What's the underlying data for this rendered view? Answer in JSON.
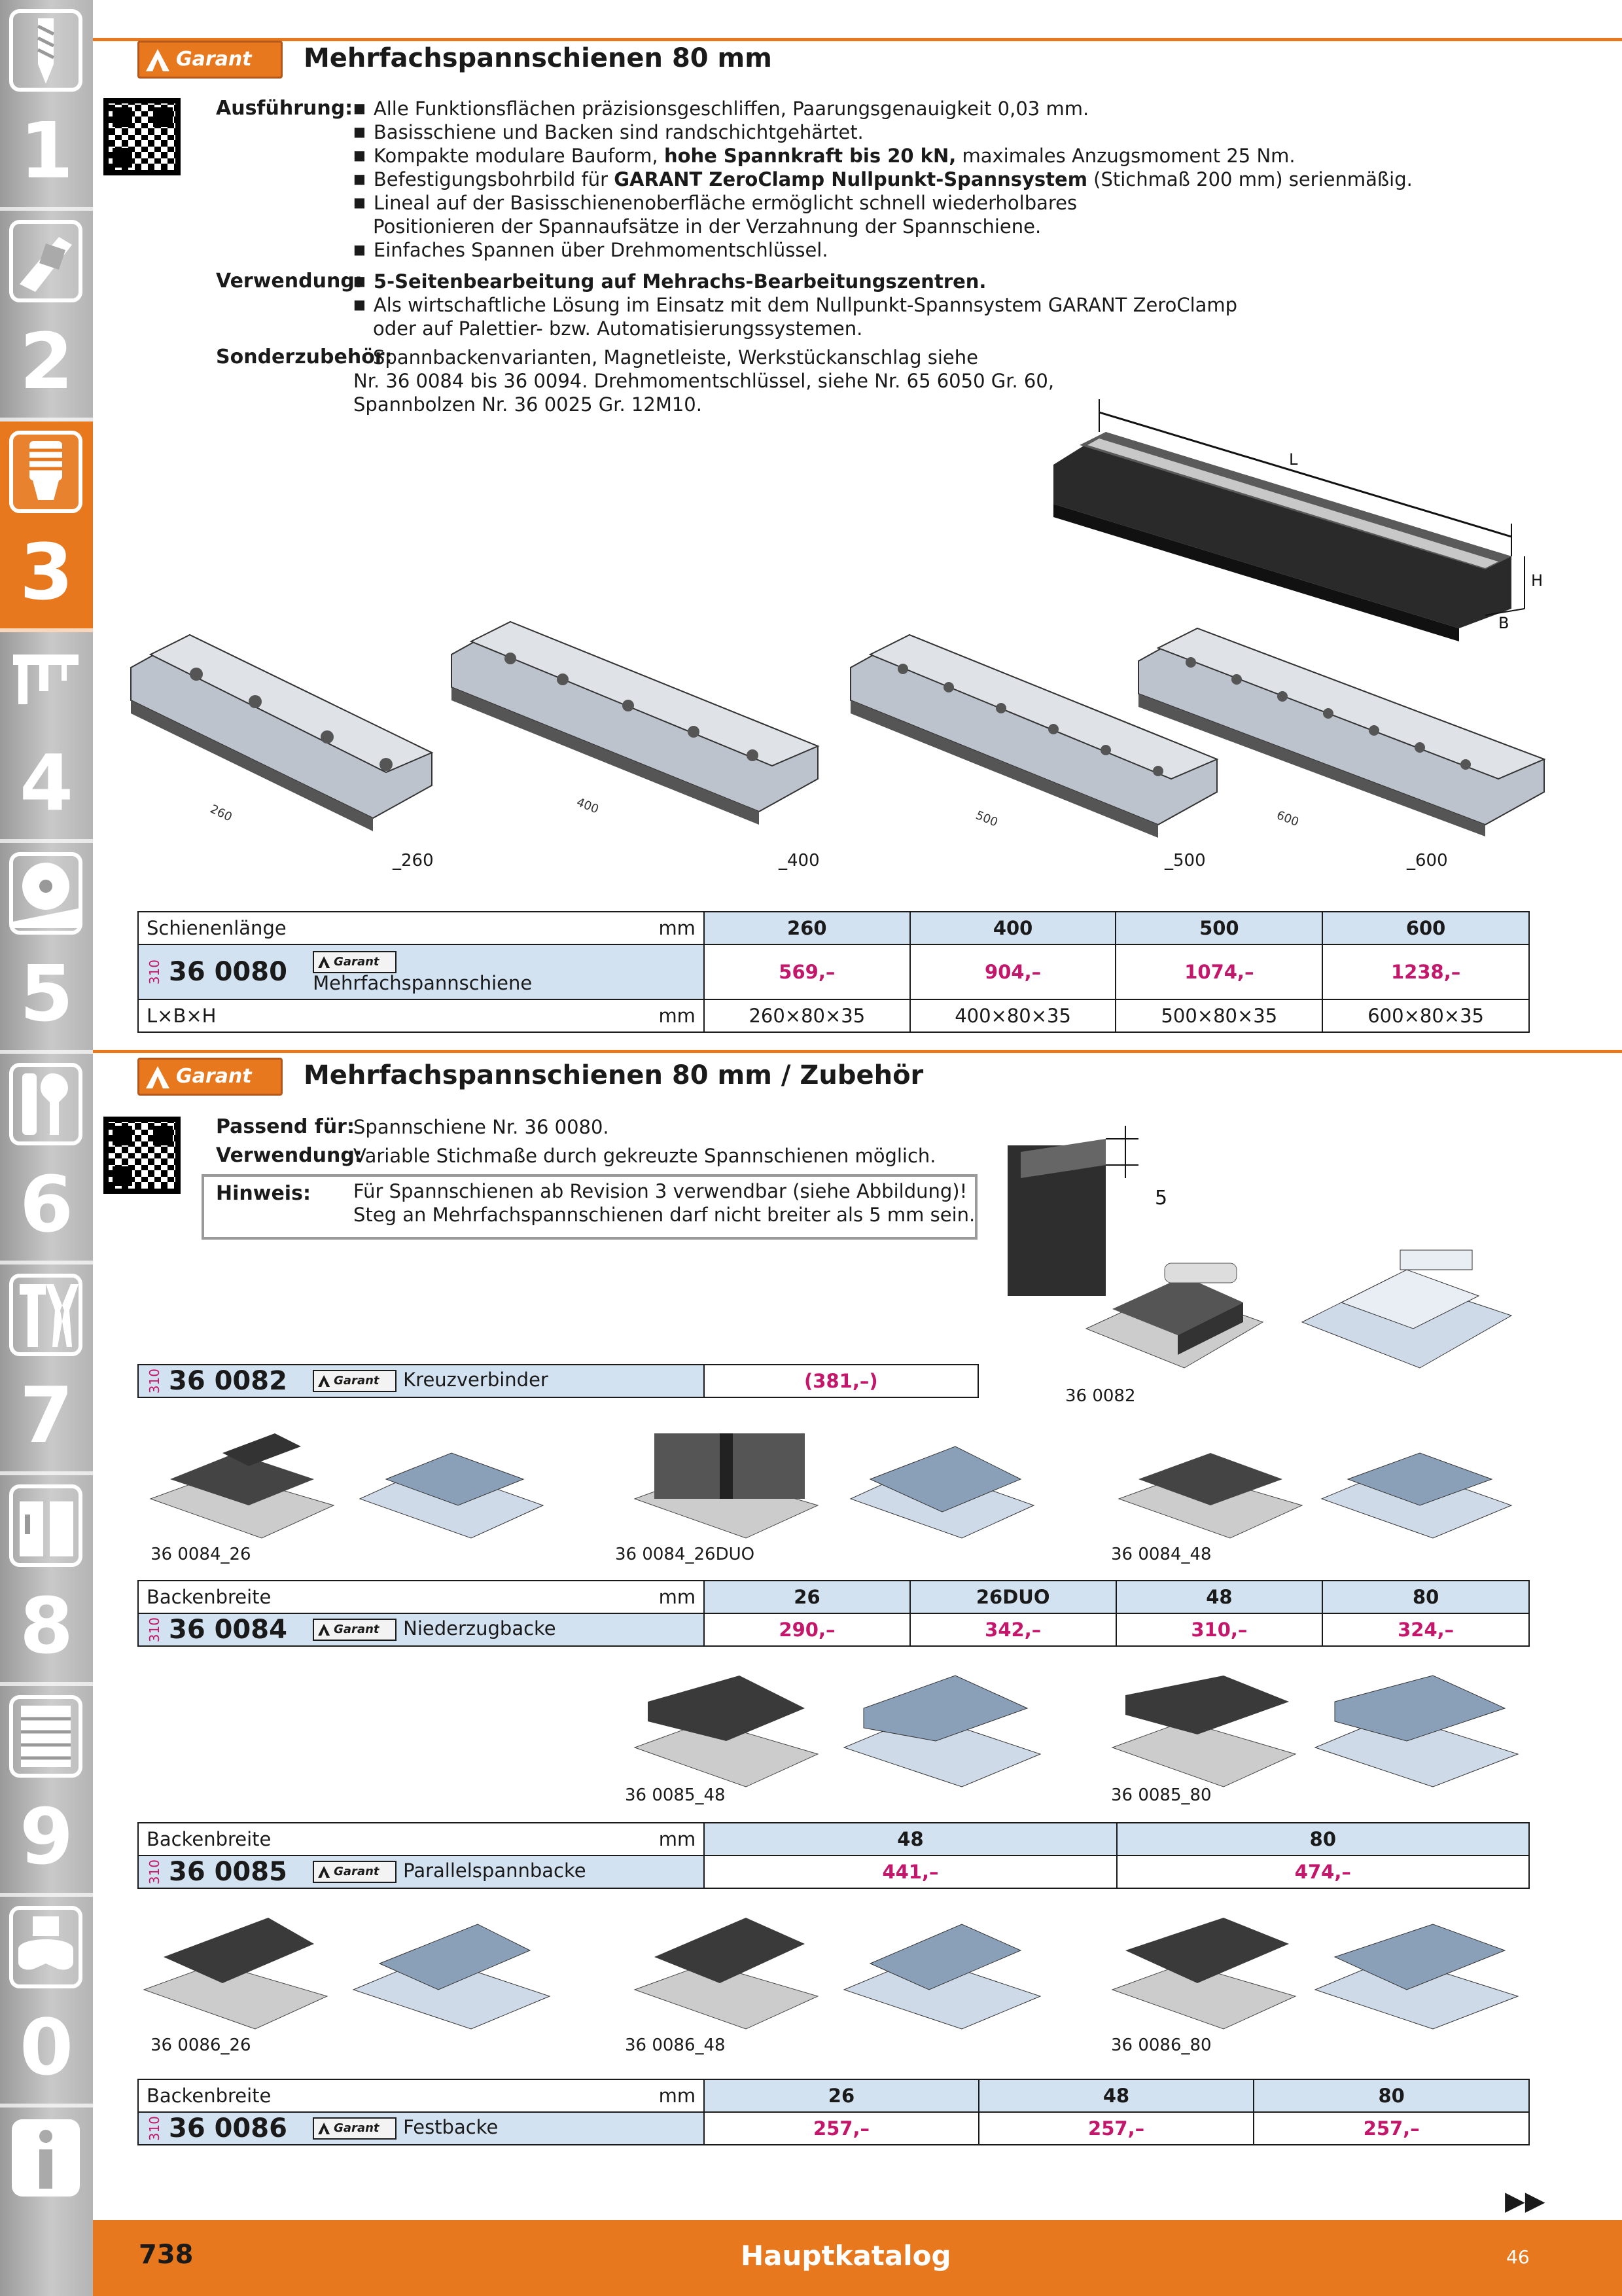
{
  "sidebar": {
    "tabs": [
      {
        "num": "1",
        "icon": "drill-icon"
      },
      {
        "num": "2",
        "icon": "insert-tool-icon"
      },
      {
        "num": "3",
        "icon": "chuck-icon",
        "active": true
      },
      {
        "num": "4",
        "icon": "caliper-icon"
      },
      {
        "num": "5",
        "icon": "saw-blade-icon"
      },
      {
        "num": "6",
        "icon": "wrench-icon"
      },
      {
        "num": "7",
        "icon": "pliers-icon"
      },
      {
        "num": "8",
        "icon": "toolbox-icon"
      },
      {
        "num": "9",
        "icon": "cabinet-icon"
      },
      {
        "num": "0",
        "icon": "safety-goggles-icon"
      },
      {
        "num": "i",
        "icon": "info-icon"
      }
    ]
  },
  "logo_text": "Garant",
  "section1": {
    "title": "Mehrfachspannschienen 80 mm",
    "ausfuehrung_label": "Ausführung:",
    "ausfuehrung": [
      "Alle Funktionsflächen präzisionsgeschliffen, Paarungsgenauigkeit 0,03 mm.",
      "Basisschiene und Backen sind randschichtgehärtet."
    ],
    "ausf3_pre": "Kompakte modulare Bauform,",
    "ausf3_bold": "hohe Spannkraft bis 20 kN,",
    "ausf3_post": "maximales Anzugsmoment 25 Nm.",
    "ausf4_pre": "Befestigungsbohrbild für",
    "ausf4_bold": "GARANT ZeroClamp Nullpunkt-Spannsystem",
    "ausf4_post": "(Stichmaß 200 mm) serienmäßig.",
    "ausf5_line1": "Lineal auf der Basisschienenoberfläche ermöglicht schnell wiederholbares",
    "ausf5_line2": "Positionieren der Spannaufsätze in der Verzahnung der Spannschiene.",
    "ausf6": "Einfaches Spannen über Drehmomentschlüssel.",
    "verwendung_label": "Verwendung:",
    "verw1": "5-Seitenbearbeitung auf Mehrachs-Bearbeitungszentren.",
    "verw2_line1": "Als wirtschaftliche Lösung im Einsatz mit dem Nullpunkt-Spannsystem GARANT ZeroClamp",
    "verw2_line2": "oder auf Palettier- bzw. Automatisierungssystemen.",
    "sonder_label": "Sonderzubehör:",
    "sonder_line1": "Spannbackenvarianten, Magnetleiste, Werkstückanschlag siehe",
    "sonder_line2": "Nr. 36 0084 bis 36 0094. Drehmomentschlüssel, siehe Nr. 65 6050 Gr. 60,",
    "sonder_line3": "Spannbolzen Nr. 36 0025 Gr. 12M10.",
    "dim_labels": {
      "L": "L",
      "H": "H",
      "B": "B"
    },
    "rail_captions": [
      "_260",
      "_400",
      "_500",
      "_600"
    ],
    "rail_dims": [
      "260",
      "400",
      "500",
      "600"
    ],
    "table": {
      "row1_label": "Schienenlänge",
      "unit": "mm",
      "sizes": [
        "260",
        "400",
        "500",
        "600"
      ],
      "group": "310",
      "artno": "36 0080",
      "product": "Mehrfachspannschiene",
      "prices": [
        "569,–",
        "904,–",
        "1074,–",
        "1238,–"
      ],
      "row3_label": "L×B×H",
      "dims": [
        "260×80×35",
        "400×80×35",
        "500×80×35",
        "600×80×35"
      ]
    }
  },
  "section2": {
    "title": "Mehrfachspannschienen 80 mm / Zubehör",
    "passend_label": "Passend für:",
    "passend": "Spannschiene Nr. 36 0080.",
    "verwendung_label": "Verwendung:",
    "verwendung": "Variable Stichmaße durch gekreuzte Spannschienen möglich.",
    "hinweis_label": "Hinweis:",
    "hinweis_line1": "Für Spannschienen ab Revision 3 verwendbar (siehe Abbildung)!",
    "hinweis_line2": "Steg an Mehrfachspannschienen darf nicht breiter als 5 mm sein.",
    "step_dim": "5",
    "kreuz": {
      "group": "310",
      "artno": "36 0082",
      "product": "Kreuzverbinder",
      "price": "(381,–)",
      "caption": "36 0082"
    },
    "niederzug": {
      "captions": [
        "36 0084_26",
        "36 0084_26DUO",
        "36 0084_48"
      ],
      "row_label": "Backenbreite",
      "unit": "mm",
      "sizes": [
        "26",
        "26DUO",
        "48",
        "80"
      ],
      "group": "310",
      "artno": "36 0084",
      "product": "Niederzugbacke",
      "prices": [
        "290,–",
        "342,–",
        "310,–",
        "324,–"
      ]
    },
    "parallel": {
      "captions": [
        "36 0085_48",
        "36 0085_80"
      ],
      "row_label": "Backenbreite",
      "unit": "mm",
      "sizes": [
        "48",
        "80"
      ],
      "group": "310",
      "artno": "36 0085",
      "product": "Parallelspannbacke",
      "prices": [
        "441,–",
        "474,–"
      ]
    },
    "fest": {
      "captions": [
        "36 0086_26",
        "36 0086_48",
        "36 0086_80"
      ],
      "row_label": "Backenbreite",
      "unit": "mm",
      "sizes": [
        "26",
        "48",
        "80"
      ],
      "group": "310",
      "artno": "36 0086",
      "product": "Festbacke",
      "prices": [
        "257,–",
        "257,–",
        "257,–"
      ]
    }
  },
  "footer": {
    "page": "738",
    "catalog": "Hauptkatalog",
    "edition": "46",
    "next_icon": "fast-forward-icon"
  },
  "colors": {
    "accent": "#e8781e",
    "price": "#c4166a",
    "table_header": "#d3e2f1"
  }
}
